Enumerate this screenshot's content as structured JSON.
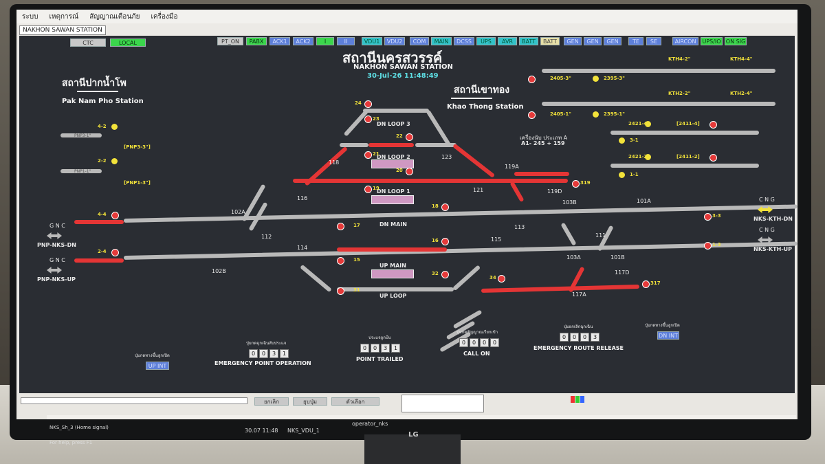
{
  "menu": [
    "ระบบ",
    "เหตุการณ์",
    "สัญญาณเตือนภัย",
    "เครื่องมือ"
  ],
  "window_title": "NAKHON SAWAN STATION",
  "mode_buttons": {
    "ctc": "CTC",
    "local": "LOCAL"
  },
  "status_buttons": [
    "PT_ON",
    "PABX",
    "ACK1",
    "ACK2",
    "I",
    "II",
    "VDU1",
    "VDU2",
    "COM",
    "MAIN",
    "DCSS",
    "UPS",
    "AVR",
    "BATT",
    "BATT",
    "GEN",
    "GEN",
    "GEN",
    "TE",
    "SE",
    "AIRCON",
    "UPS/IO",
    "ON SIG"
  ],
  "station": {
    "title_th": "สถานีนครสวรรค์",
    "title_en": "NAKHON SAWAN STATION",
    "datetime": "30-Jul-26 11:48:49"
  },
  "left_station": {
    "th": "สถานีปากน้ำโพ",
    "en": "Pak Nam Pho Station"
  },
  "right_station": {
    "th": "สถานีเขาทอง",
    "en": "Khao Thong Station"
  },
  "axle_counter": {
    "line1": "เครื่องนับ ประเภท A",
    "line2": "A1- 245 + 159"
  },
  "loops": {
    "dn_loop3": "DN LOOP 3",
    "dn_loop2": "DN LOOP 2",
    "dn_loop1": "DN LOOP 1",
    "dn_main": "DN MAIN",
    "up_main": "UP MAIN",
    "up_loop": "UP LOOP"
  },
  "signals": {
    "s24": "24",
    "s23": "23",
    "s22": "22",
    "s21": "21",
    "s20": "20",
    "s19": "19",
    "s18": "18",
    "s17": "17",
    "s16": "16",
    "s15": "15",
    "s32": "32",
    "s31": "31",
    "s34": "34",
    "s317": "317",
    "s319": "319",
    "s33": "3-3",
    "s13": "1-3",
    "s42": "4-2",
    "s22b": "2-2",
    "s44": "4-4",
    "s24b": "2-4",
    "pnp33": "[PNP3-3\"]",
    "pnp13": "[PNP1-3\"]",
    "pnp31": "PNP3-1\"",
    "pnp11": "PNP1-1\"",
    "k2405_3": "2405-3\"",
    "k2395_3": "2395-3\"",
    "k2405_1": "2405-1\"",
    "k2395_1": "2395-1\"",
    "k2421_4": "2421-4)",
    "k2411_4": "[2411-4]",
    "k2421_2": "2421-2)",
    "k2411_2": "[2411-2]",
    "k31": "3-1",
    "k11": "1-1",
    "kth42": "KTH4-2\"",
    "kth44": "KTH4-4\"",
    "kth22": "KTH2-2\"",
    "kth24": "KTH2-4\""
  },
  "points": [
    "118",
    "123",
    "116",
    "119A",
    "121",
    "119D",
    "102A",
    "102B",
    "112",
    "114",
    "113",
    "115",
    "111",
    "103A",
    "101A",
    "101B",
    "103B",
    "117D",
    "117A"
  ],
  "line_labels": {
    "pnp_dn": "PNP-NKS-DN",
    "pnp_up": "PNP-NKS-UP",
    "nks_dn": "NKS-KTH-DN",
    "nks_up": "NKS-KTH-UP",
    "gnc": "G N C",
    "cng": "C N G"
  },
  "controls": {
    "emergency_point": {
      "caption": "ปุ่มกดฉุกเฉินสับประแจ",
      "label": "EMERGENCY POINT OPERATION",
      "digits": [
        "0",
        "0",
        "3",
        "1"
      ]
    },
    "point_trailed": {
      "caption": "ประแจถูกบีบ",
      "label": "POINT TRAILED",
      "digits": [
        "0",
        "0",
        "3",
        "1"
      ]
    },
    "call_on": {
      "caption": "ปุ่มกดสัญญาณเรียกเข้า",
      "label": "CALL ON",
      "digits": [
        "0",
        "0",
        "0",
        "0"
      ]
    },
    "emergency_route": {
      "caption": "ปุ่มยกเลิกฉุกเฉิน",
      "label": "EMERGENCY ROUTE RELEASE",
      "digits": [
        "0",
        "0",
        "0",
        "3"
      ]
    },
    "left_btn": {
      "caption": "ปุ่มกดทางขึ้นลูกเปิด",
      "label": "UP INT"
    },
    "right_btn": {
      "caption": "ปุ่มกดทางขึ้นลูกเปิด",
      "label": "DN INT"
    }
  },
  "bottom": {
    "status": "NKS_Sh_3 (Home signal)",
    "time": "30.07 11:48",
    "vdu": "NKS_VDU_1",
    "operator": "operator_nks",
    "help": "For help, press F1",
    "btn1": "ยกเลิก",
    "btn2": "ยุบปุ่ม",
    "btn3": "ตัวเลือก"
  },
  "colors": {
    "occupied": "#e43535",
    "free": "#b9b9b9",
    "signal_red": "#e53a3a",
    "signal_yellow": "#f2e23a",
    "background": "#2a2d33"
  },
  "brand": "LG"
}
